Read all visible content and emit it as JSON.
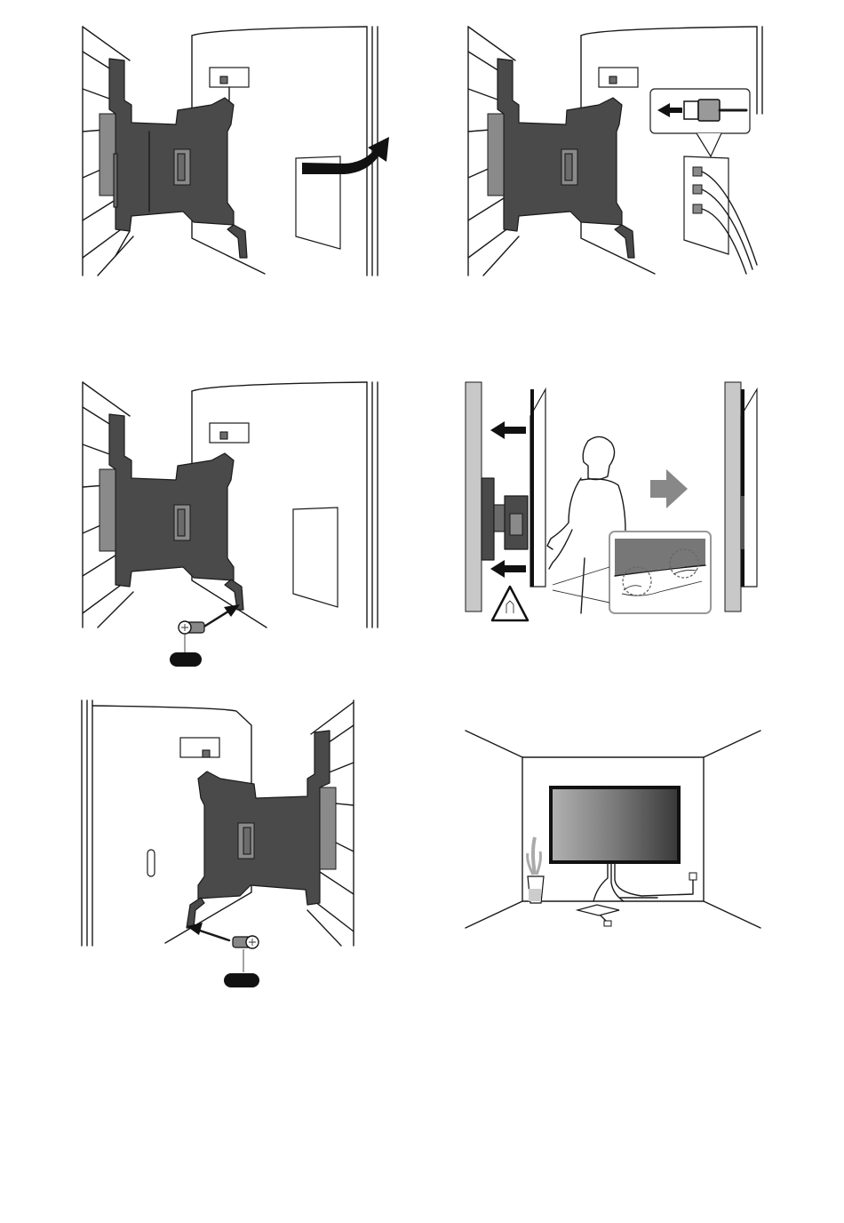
{
  "figures": [
    {
      "id": "fig-1",
      "description_visible": "",
      "step": ""
    },
    {
      "id": "fig-2",
      "step": ""
    },
    {
      "id": "fig-3",
      "step": "",
      "screw_label": ""
    },
    {
      "id": "fig-4",
      "step": ""
    },
    {
      "id": "fig-5",
      "step": "",
      "screw_label": ""
    },
    {
      "id": "fig-6",
      "step": ""
    }
  ],
  "icons": {
    "arrow": "arrow-icon",
    "hdmi": "hdmi-plug-icon",
    "caution": "pinch-caution-icon",
    "screw": "screw-icon"
  },
  "colors": {
    "bracket": "#4a4a4a",
    "wall_gray": "#c8c8c8",
    "outline": "#1a1a1a"
  }
}
